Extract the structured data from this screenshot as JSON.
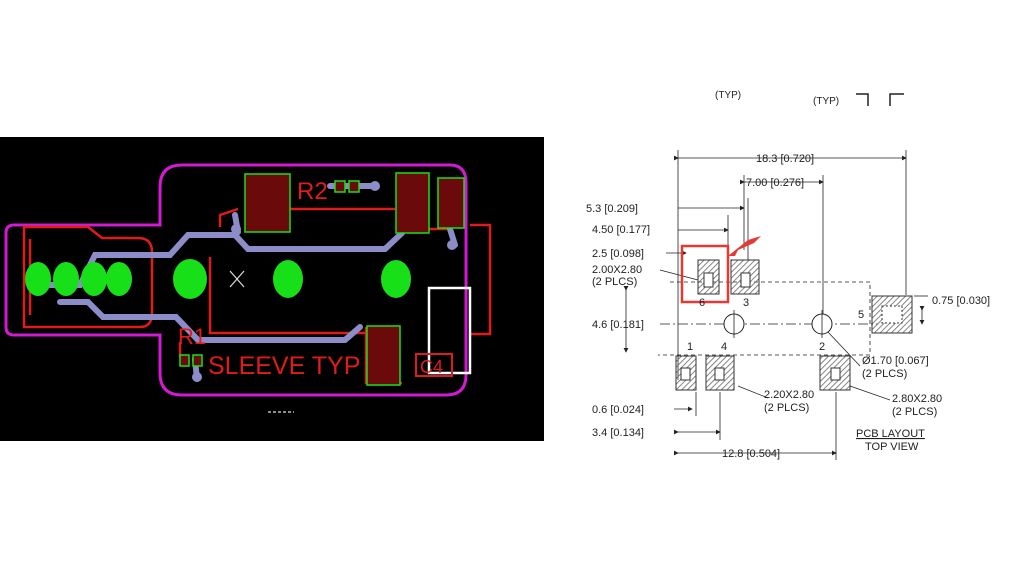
{
  "pcb": {
    "labels": {
      "r2": "R2",
      "r1": "R1",
      "sleeve": "SLEEVE TYP",
      "c4": "C4"
    },
    "colors": {
      "background": "#000000",
      "outline": "#d11ad1",
      "copper_red": "#e01b1b",
      "pad_green": "#18e018",
      "pad_dark": "#6b0a0a",
      "trace": "#8c8cc8",
      "highlight": "#ffffff"
    }
  },
  "drawing": {
    "dims": {
      "top_typ_left": "(TYP)",
      "top_typ_right": "(TYP)",
      "overall_width": "18.3 [0.720]",
      "pin_spacing": "7.00 [0.276]",
      "d_5_3": "5.3 [0.209]",
      "d_4_50": "4.50 [0.177]",
      "d_2_5": "2.5 [0.098]",
      "pad_200x280": "2.00X2.80",
      "plcs_a": "(2 PLCS)",
      "d_4_6": "4.6 [0.181]",
      "d_0_75": "0.75 [0.030]",
      "hole": "Ø1.70 [0.067]",
      "plcs_b": "(2 PLCS)",
      "pad_220x280": "2.20X2.80",
      "plcs_c": "(2 PLCS)",
      "pad_280x280": "2.80X2.80",
      "plcs_d": "(2 PLCS)",
      "d_0_6": "0.6 [0.024]",
      "d_3_4": "3.4 [0.134]",
      "d_12_8": "12.8 [0.504]",
      "layout_title": "PCB LAYOUT",
      "layout_sub": "TOP VIEW"
    },
    "pins": {
      "p6": "6",
      "p3": "3",
      "p1": "1",
      "p4": "4",
      "p2": "2",
      "p5": "5"
    },
    "colors": {
      "line": "#222222",
      "hatch": "#666666",
      "callout": "#e53935"
    }
  }
}
